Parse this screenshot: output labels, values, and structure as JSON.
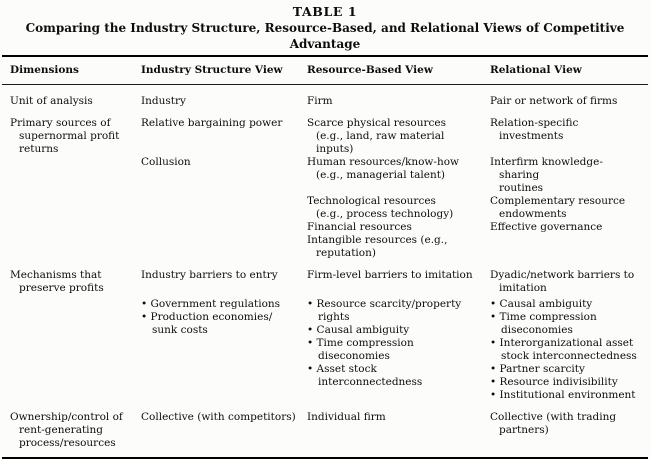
{
  "colors": {
    "background": "#fcfcfa",
    "text": "#0d0d0d",
    "rule": "#000000"
  },
  "title": {
    "label": "TABLE 1",
    "caption": "Comparing the Industry Structure, Resource-Based, and Relational Views of Competitive\nAdvantage"
  },
  "table": {
    "columns": [
      "Dimensions",
      "Industry Structure View",
      "Resource-Based View",
      "Relational View"
    ],
    "rows": [
      {
        "name": "unit-of-analysis",
        "subrows": [
          [
            [
              "Unit of analysis"
            ],
            [
              "Industry"
            ],
            [
              "Firm"
            ],
            [
              "Pair or network of firms"
            ]
          ]
        ]
      },
      {
        "name": "primary-sources",
        "subrows": [
          [
            [
              "Primary sources of\nsupernormal profit\nreturns"
            ],
            [
              "Relative bargaining power"
            ],
            [
              "Scarce physical resources\n(e.g., land, raw material\ninputs)"
            ],
            [
              "Relation-specific investments"
            ]
          ],
          [
            [],
            [
              "Collusion"
            ],
            [
              "Human resources/know-how\n(e.g., managerial talent)"
            ],
            [
              "Interfirm knowledge-sharing\nroutines"
            ]
          ],
          [
            [],
            [],
            [
              "Technological resources\n(e.g., process technology)"
            ],
            [
              "Complementary resource\nendowments"
            ]
          ],
          [
            [],
            [],
            [
              "Financial resources"
            ],
            [
              "Effective governance"
            ]
          ],
          [
            [],
            [],
            [
              "Intangible resources (e.g.,\nreputation)"
            ],
            []
          ]
        ]
      },
      {
        "name": "mechanisms-that-preserve-profits",
        "subrows": [
          [
            [
              "Mechanisms that\npreserve profits"
            ],
            [
              "Industry barriers to entry"
            ],
            [
              "Firm-level barriers to imitation"
            ],
            [
              "Dyadic/network barriers to\nimitation"
            ]
          ],
          [
            [],
            [
              "• Government regulations",
              "• Production economies/\nsunk costs"
            ],
            [
              "• Resource scarcity/property\nrights",
              "• Causal ambiguity",
              "• Time compression\ndiseconomies",
              "• Asset stock\ninterconnectedness"
            ],
            [
              "• Causal ambiguity",
              "• Time compression\ndiseconomies",
              "• Interorganizational asset\nstock interconnectedness",
              "• Partner scarcity",
              "• Resource indivisibility",
              "• Institutional environment"
            ]
          ]
        ]
      },
      {
        "name": "ownership-control",
        "subrows": [
          [
            [
              "Ownership/control of\nrent-generating\nprocess/resources"
            ],
            [
              "Collective (with competitors)"
            ],
            [
              "Individual firm"
            ],
            [
              "Collective (with trading\npartners)"
            ]
          ]
        ]
      }
    ]
  }
}
